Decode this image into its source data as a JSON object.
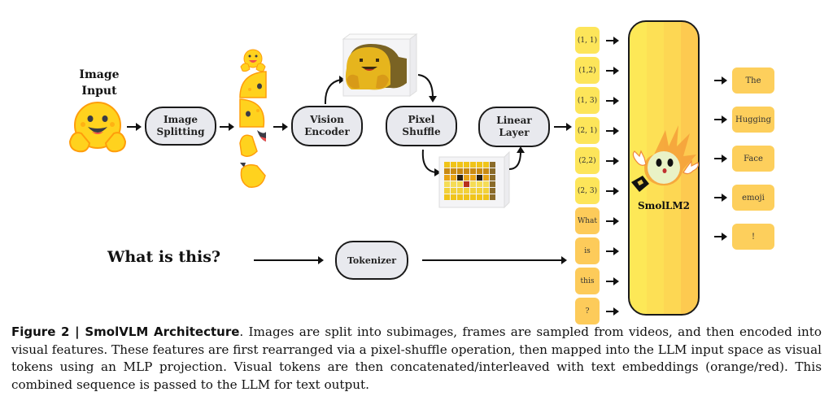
{
  "diagram": {
    "image_input_label": [
      "Image",
      "Input"
    ],
    "nodes": {
      "image_splitting": [
        "Image",
        "Splitting"
      ],
      "vision_encoder": [
        "Vision",
        "Encoder"
      ],
      "pixel_shuffle": [
        "Pixel",
        "Shuffle"
      ],
      "linear_layer": [
        "Linear",
        "Layer"
      ],
      "tokenizer": "Tokenizer"
    },
    "text_input": "What is this?",
    "llm_name": "SmolLM2",
    "input_tokens": [
      {
        "label": "(1, 1)",
        "kind": "visual"
      },
      {
        "label": "(1,2)",
        "kind": "visual"
      },
      {
        "label": "(1, 3)",
        "kind": "visual"
      },
      {
        "label": "(2, 1)",
        "kind": "visual"
      },
      {
        "label": "(2,2)",
        "kind": "visual"
      },
      {
        "label": "(2, 3)",
        "kind": "visual"
      },
      {
        "label": "What",
        "kind": "text"
      },
      {
        "label": "is",
        "kind": "text"
      },
      {
        "label": "this",
        "kind": "text"
      },
      {
        "label": "?",
        "kind": "text"
      }
    ],
    "output_tokens": [
      "The",
      "Hugging",
      "Face",
      "emoji",
      "!"
    ],
    "colors": {
      "visual_token": "#fde55a",
      "text_token": "#fdcb5a",
      "output_token": "#fdcf5c",
      "node_fill": "#e8e9ee",
      "emoji_yellow": "#ffd21e",
      "emoji_orange": "#ff9d0b"
    }
  },
  "caption": {
    "figure_label": "Figure 2  |  SmolVLM Architecture",
    "text": ". Images are split into subimages, frames are sampled from videos, and then encoded into visual features. These features are first rearranged via a pixel-shuffle operation, then mapped into the LLM input space as visual tokens using an MLP projection. Visual tokens are then concatenated/interleaved with text embeddings (orange/red). This combined sequence is passed to the LLM for text output."
  }
}
